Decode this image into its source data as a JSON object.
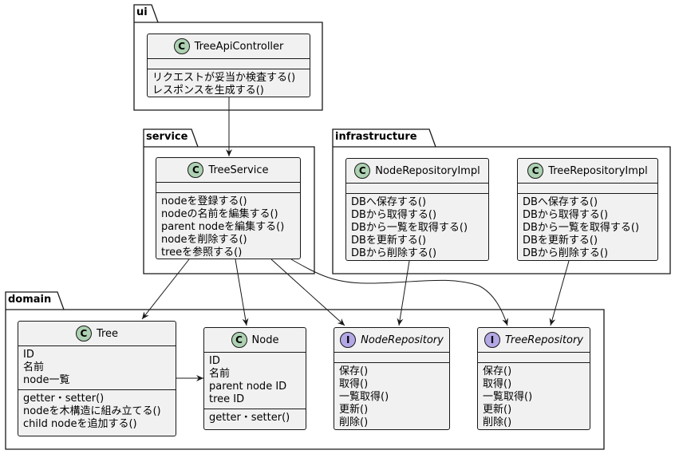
{
  "packages": {
    "ui": "ui",
    "service": "service",
    "infrastructure": "infrastructure",
    "domain": "domain"
  },
  "classes": {
    "tree_api_controller": {
      "name": "TreeApiController",
      "badge": "C",
      "methods": [
        "リクエストが妥当か検査する()",
        "レスポンスを生成する()"
      ]
    },
    "tree_service": {
      "name": "TreeService",
      "badge": "C",
      "methods": [
        "nodeを登録する()",
        "nodeの名前を編集する()",
        "parent nodeを編集する()",
        "nodeを削除する()",
        "treeを参照する()"
      ]
    },
    "node_repository_impl": {
      "name": "NodeRepositoryImpl",
      "badge": "C",
      "methods": [
        "DBへ保存する()",
        "DBから取得する()",
        "DBから一覧を取得する()",
        "DBを更新する()",
        "DBから削除する()"
      ]
    },
    "tree_repository_impl": {
      "name": "TreeRepositoryImpl",
      "badge": "C",
      "methods": [
        "DBへ保存する()",
        "DBから取得する()",
        "DBから一覧を取得する()",
        "DBを更新する()",
        "DBから削除する()"
      ]
    },
    "tree": {
      "name": "Tree",
      "badge": "C",
      "fields": [
        "ID",
        "名前",
        "node一覧"
      ],
      "methods": [
        "getter・setter()",
        "nodeを木構造に組み立てる()",
        "child nodeを追加する()"
      ]
    },
    "node": {
      "name": "Node",
      "badge": "C",
      "fields": [
        "ID",
        "名前",
        "parent node ID",
        "tree ID"
      ],
      "methods": [
        "getter・setter()"
      ]
    },
    "node_repository": {
      "name": "NodeRepository",
      "badge": "I",
      "methods": [
        "保存()",
        "取得()",
        "一覧取得()",
        "更新()",
        "削除()"
      ]
    },
    "tree_repository": {
      "name": "TreeRepository",
      "badge": "I",
      "methods": [
        "保存()",
        "取得()",
        "一覧取得()",
        "更新()",
        "削除()"
      ]
    }
  },
  "colors": {
    "class_badge": "#add1b2",
    "interface_badge": "#b4a7e5",
    "box_fill": "#f1f1f1",
    "line": "#181818"
  }
}
